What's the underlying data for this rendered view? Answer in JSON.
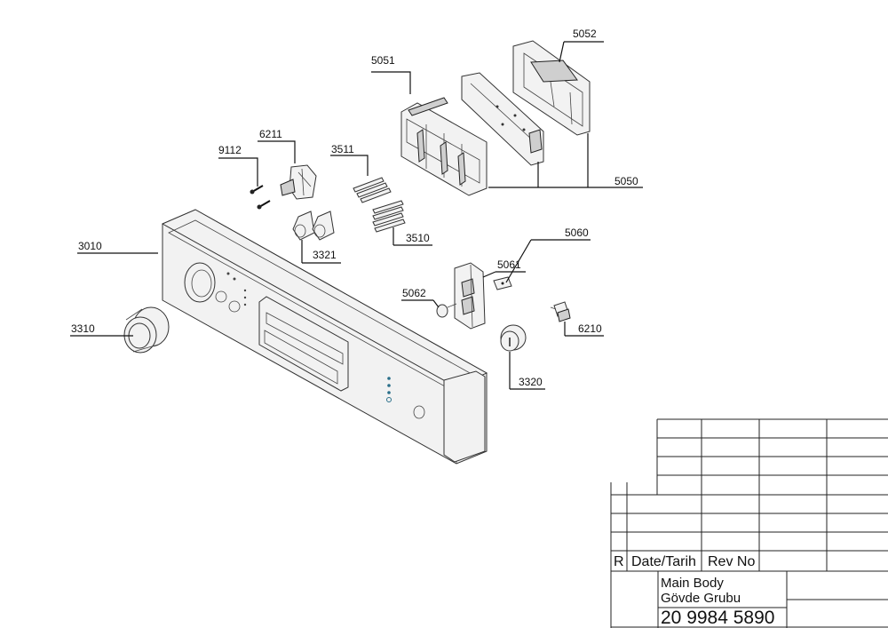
{
  "parts": [
    {
      "id": "p5052",
      "label": "5052"
    },
    {
      "id": "p5051",
      "label": "5051"
    },
    {
      "id": "p5050",
      "label": "5050"
    },
    {
      "id": "p6211",
      "label": "6211"
    },
    {
      "id": "p9112",
      "label": "9112"
    },
    {
      "id": "p3511",
      "label": "3511"
    },
    {
      "id": "p3510",
      "label": "3510"
    },
    {
      "id": "p3321",
      "label": "3321"
    },
    {
      "id": "p3010",
      "label": "3010"
    },
    {
      "id": "p5060",
      "label": "5060"
    },
    {
      "id": "p5061",
      "label": "5061"
    },
    {
      "id": "p5062",
      "label": "5062"
    },
    {
      "id": "p3310",
      "label": "3310"
    },
    {
      "id": "p6210",
      "label": "6210"
    },
    {
      "id": "p3320",
      "label": "3320"
    }
  ],
  "title_block": {
    "rev_col_r": "R",
    "rev_col_date": "Date/Tarih",
    "rev_col_no": "Rev No",
    "title_line1": "Main Body",
    "title_line2": "Gövde Grubu",
    "drawing_number": "20 9984 5890"
  }
}
